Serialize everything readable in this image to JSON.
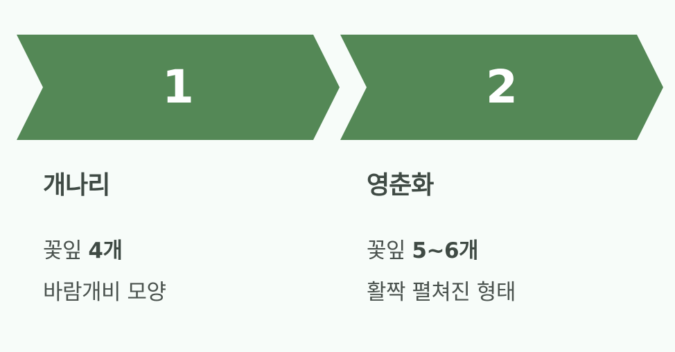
{
  "colors": {
    "chevron": "#548856",
    "background": "#f7fcf9",
    "title": "#3f4a44",
    "text": "#4a524e"
  },
  "steps": [
    {
      "number": "1",
      "title": "개나리",
      "line1_prefix": "꽃잎 ",
      "line1_bold": "4개",
      "line2": "바람개비 모양"
    },
    {
      "number": "2",
      "title": "영춘화",
      "line1_prefix": "꽃잎 ",
      "line1_bold": "5~6개",
      "line2": "활짝 펼쳐진 형태"
    }
  ]
}
